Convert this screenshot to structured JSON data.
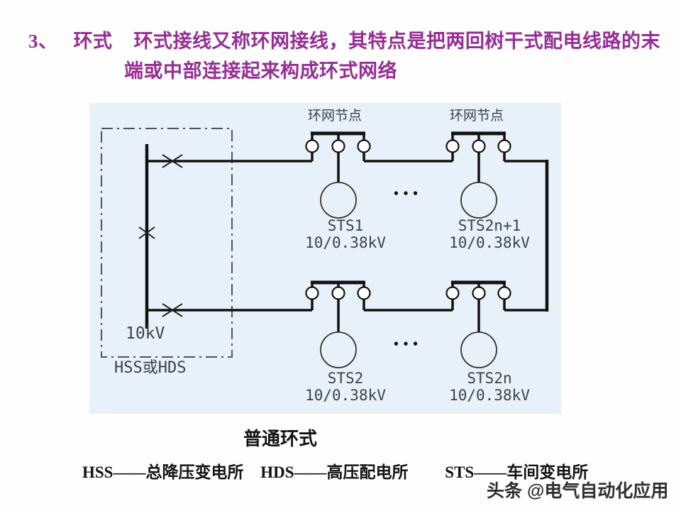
{
  "title": {
    "number": "3、",
    "keyword": "环式",
    "line1": "环式接线又称环网接线，其特点是把两回树干式配电线路的末",
    "line2": "端或中部连接起来构成环式网络"
  },
  "diagram": {
    "ring_node_labels": [
      "环网节点",
      "环网节点"
    ],
    "bus_voltage": "10kV",
    "source_label": "HSS或HDS",
    "ellipsis": "•••",
    "transformers": [
      {
        "label": "STS1",
        "voltage": "10/0.38kV"
      },
      {
        "label": "STS2n+1",
        "voltage": "10/0.38kV"
      },
      {
        "label": "STS2",
        "voltage": "10/0.38kV"
      },
      {
        "label": "STS2n",
        "voltage": "10/0.38kV"
      }
    ]
  },
  "caption": "普通环式",
  "legend": {
    "items": [
      {
        "abbr": "HSS",
        "sep": "——",
        "name": "总降压变电所"
      },
      {
        "abbr": "HDS",
        "sep": "——",
        "name": "高压配电所"
      },
      {
        "abbr": "STS",
        "sep": "——",
        "name": "车间变电所"
      }
    ]
  },
  "watermark": "头条 @电气自动化应用",
  "colors": {
    "title_text": "#952d95",
    "diagram_background": "#e8f1f9",
    "line": "#111111",
    "cad_text": "#3b4248"
  }
}
